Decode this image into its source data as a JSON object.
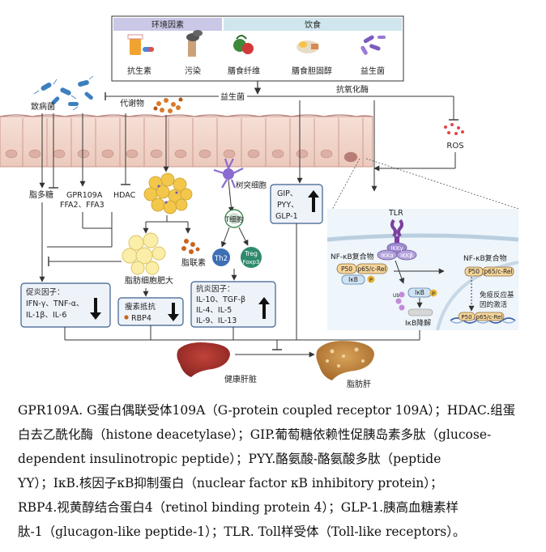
{
  "top_panel": {
    "env_header": "环境因素",
    "diet_header": "饮食",
    "items": [
      "抗生素",
      "污染",
      "膳食纤维",
      "膳食胆固醇",
      "益生菌"
    ]
  },
  "labels": {
    "probiotic": "益生菌",
    "pathogen": "致病菌",
    "metabolite": "代谢物",
    "antioxidase": "抗氧化酶",
    "ros": "ROS",
    "lps": "脂多糖",
    "gpr109a": "GPR109A",
    "ffa": "FFA2、FFA3",
    "hdac": "HDAC",
    "dendritic": "树突细胞",
    "gip_box": [
      "GIP、",
      "PYY、",
      "GLP-1"
    ],
    "t_cell": "T细胞",
    "th2": "Th2",
    "treg": [
      "Treg",
      "Foxp3"
    ],
    "adipocyte": "脂肪细胞肥大",
    "lipokine": "脂联素",
    "pro_inflam": [
      "促炎因子：",
      "IFN-γ、TNF-α、",
      "IL-1β、IL-6"
    ],
    "leptin": [
      "瘦素抵抗",
      "RBP4"
    ],
    "anti_inflam": [
      "抗炎因子：",
      "IL-10、TGF-β",
      "IL-4、IL-5",
      "IL-9、IL-13"
    ],
    "healthy_liver": "健康肝脏",
    "fatty_liver": "脂肪肝"
  },
  "inset": {
    "tlr": "TLR",
    "ikkr": "IKKγ",
    "ikka": "IKKα",
    "ikkb": "IKKβ",
    "nfkb_left": "NF-κB复合物",
    "p50": "P50",
    "p65": "p65/c-Rel",
    "ikb": "IκB",
    "p": "P",
    "ub": "Ub",
    "ikb_deg": "IκB降解",
    "nfkb_right": "NF-κB复合物",
    "immune": [
      "免疫反应基",
      "因的激活"
    ]
  },
  "caption": [
    "GPR109A. G蛋白偶联受体109A（G-protein coupled receptor 109A）；HDAC.组蛋",
    "白去乙酰化酶（histone deacetylase）；GIP.葡萄糖依赖性促胰岛素多肽（glucose-",
    "dependent insulinotropic peptide）；PYY.酪氨酸-酪氨酸多肽（peptide",
    "YY）；IκB.核因子κB抑制蛋白（nuclear factor κB inhibitory protein）；",
    "RBP4.视黄醇结合蛋白4（retinol binding protein 4）；GLP-1.胰高血糖素样",
    "肽-1（glucagon-like peptide-1）；TLR. Toll样受体（Toll-like receptors）。"
  ],
  "colors": {
    "header_env": "#c9c8e6",
    "header_diet": "#cfe6ee",
    "cell_fill": "#f4d8cf",
    "cell_stroke": "#c9958a",
    "box_border": "#3b5e8c",
    "box_fill": "#eef3fa"
  }
}
